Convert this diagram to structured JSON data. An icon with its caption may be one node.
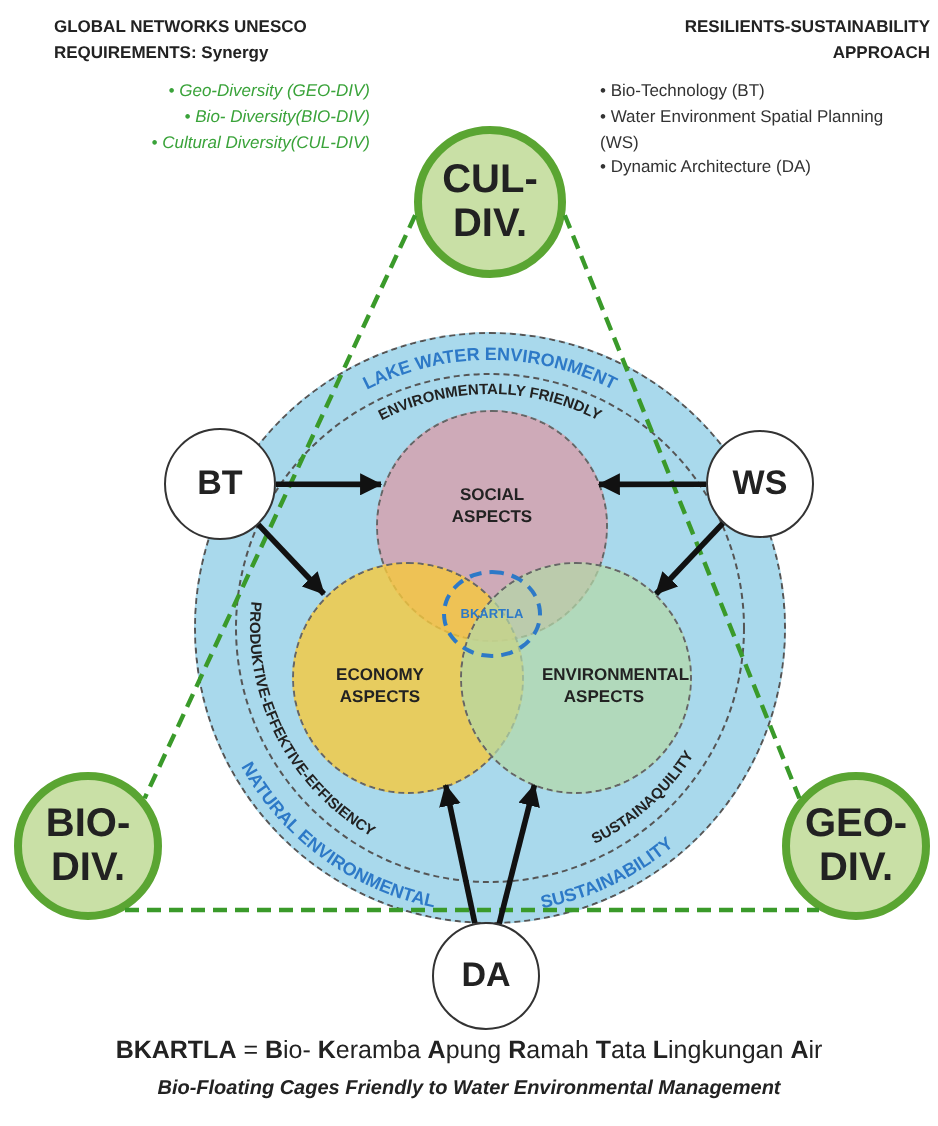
{
  "diagram": {
    "caption": "**BKARTLA** = **B**io- **K**eramba **A**pung **R**amah **T**ata **L**ingkungan **A**ir",
    "nodes": [
      {
        "text": [
          "CUL- DIV."
        ]
      },
      {
        "text": [
          "BIO- DIV."
        ]
      },
      {
        "text": [
          "GEO- DIV."
        ]
      },
      {
        "text": [
          "BT"
        ]
      },
      {
        "text": [
          "WS"
        ]
      },
      {
        "text": [
          "DA"
        ]
      },
      {
        "text": [
          "LAKE WATER ENVIRONMENT",
          "NATURAL ENVIRONMENTAL SUSTAINABILITY"
        ]
      },
      {
        "text": [
          "SOCIAL ASPECTS"
        ],
        "in": 6
      },
      {
        "text": [
          "ECONOMY ASPECTS"
        ],
        "in": 6
      },
      {
        "text": [
          "ENVIRONMENTAL ASPECTS"
        ],
        "in": 6
      },
      {
        "text": [
          "BKARTLA"
        ],
        "in": 6
      }
    ],
    "edges": [
      {
        "from": 0,
        "to": 1,
        "arrow": "none",
        "style": "dashed",
        "color": "#3a9a2a"
      },
      {
        "from": 0,
        "to": 2,
        "arrow": "none",
        "style": "dashed",
        "color": "#3a9a2a"
      },
      {
        "from": 1,
        "to": 2,
        "arrow": "none",
        "style": "dashed",
        "color": "#3a9a2a"
      },
      {
        "from": 3,
        "to": 7,
        "arrow": "to"
      },
      {
        "from": 3,
        "to": 8,
        "arrow": "to"
      },
      {
        "from": 4,
        "to": 7,
        "arrow": "to"
      },
      {
        "from": 4,
        "to": 9,
        "arrow": "to"
      },
      {
        "from": 5,
        "to": 8,
        "arrow": "to"
      },
      {
        "from": 5,
        "to": 9,
        "arrow": "to"
      }
    ],
    "labels": [
      "GLOBAL NETWORKS UNESCO REQUIREMENTS: Synergy",
      "• Geo-Diversity (GEO-DIV)",
      "• Bio- Diversity(BIO-DIV)",
      "• Cultural Diversity(CUL-DIV)",
      "RESILIENTS-SUSTAINABILITY APPROACH",
      "• Bio-Technology (BT)",
      "• Water Environment Spatial Planning (WS)",
      "• Dynamic Architecture (DA)",
      "ENVIRONMENTALLY FRIENDLY",
      "PRODUKTIVE-EFFEKTIVE-EFFISIENCY",
      "SUSTAINAQUILITY",
      "Bio-Floating Cages Friendly to Water Environmental Management"
    ]
  }
}
